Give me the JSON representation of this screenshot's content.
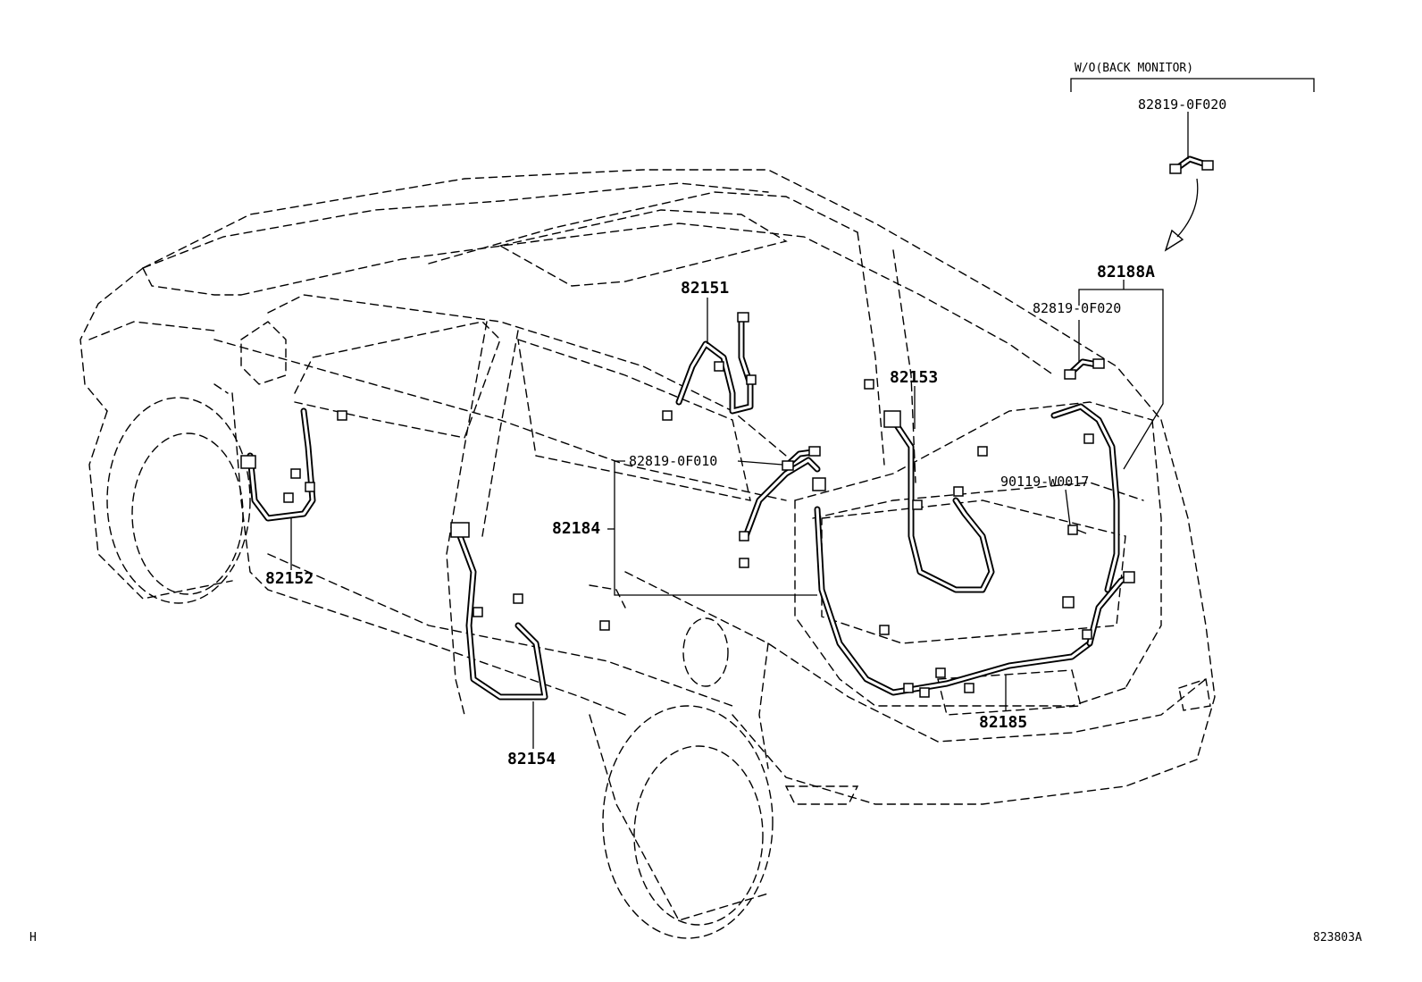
{
  "header": {
    "variant_label": "W/O(BACK MONITOR)",
    "variant_part": "82819-0F020"
  },
  "parts": {
    "p82151": "82151",
    "p82152": "82152",
    "p82153": "82153",
    "p82154": "82154",
    "p82184": "82184",
    "p82185": "82185",
    "p82188A": "82188A",
    "p82819_0F010": "82819-0F010",
    "p82819_0F020": "82819-0F020",
    "p90119_W0017": "90119-W0017"
  },
  "footer": {
    "left_mark": "H",
    "figure_id": "823803A"
  }
}
